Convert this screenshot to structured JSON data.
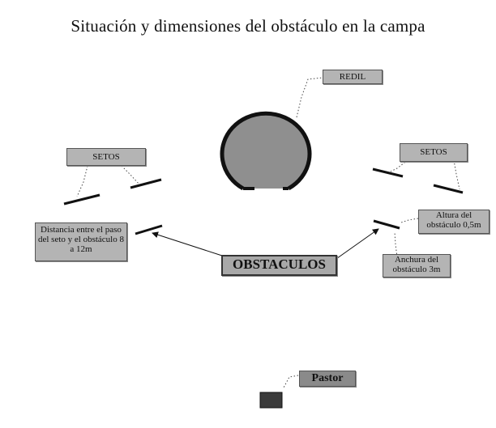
{
  "title": "Situación y dimensiones del obstáculo en la campa",
  "labels": {
    "redil": "REDIL",
    "setos_left": "SETOS",
    "setos_right": "SETOS",
    "distancia": "Distancia entre el paso del seto y el obstáculo 8 a 12m",
    "obstaculos": "OBSTACULOS",
    "altura": "Altura del obstáculo 0,5m",
    "anchura": "Anchura del obstáculo 3m",
    "pastor": "Pastor"
  },
  "colors": {
    "label_fill": "#b4b4b4",
    "corral_fill": "#8f8f8f",
    "line": "#111111"
  }
}
